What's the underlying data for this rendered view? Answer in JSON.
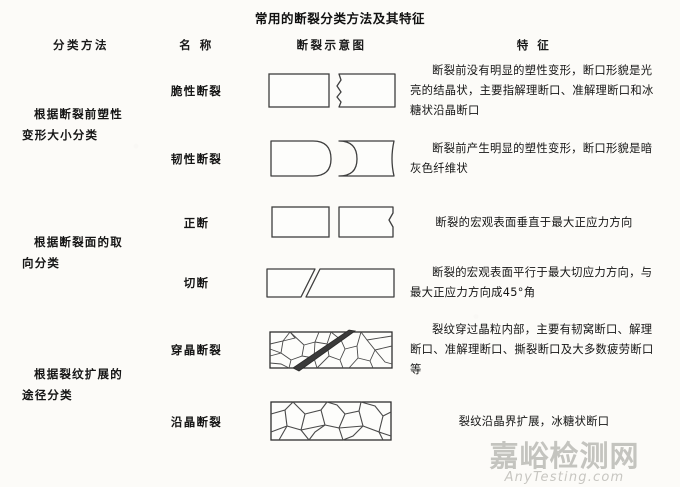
{
  "document": {
    "title": "常用的断裂分类方法及其特征"
  },
  "table": {
    "headers": [
      {
        "label": "分类方法"
      },
      {
        "label": "名  称"
      },
      {
        "label": "断裂示意图"
      },
      {
        "label": "特  征"
      }
    ],
    "groups": [
      {
        "category_line1": "根据断裂前塑性",
        "category_line2": "变形大小分类",
        "rows": [
          {
            "name": "脆性断裂",
            "diagram": "two-rectangles-jagged",
            "feature": "断裂前没有明显的塑性变形，断口形貌是光亮的结晶状，主要指解理断口、准解理断口和冰糖状沿晶断口"
          },
          {
            "name": "韧性断裂",
            "diagram": "cup-and-cone",
            "feature": "断裂前产生明显的塑性变形，断口形貌是暗灰色纤维状"
          }
        ]
      },
      {
        "category_line1": "根据断裂面的取",
        "category_line2": "向分类",
        "rows": [
          {
            "name": "正断",
            "diagram": "two-rectangles-normal",
            "feature": "断裂的宏观表面垂直于最大正应力方向",
            "single_line": true
          },
          {
            "name": "切断",
            "diagram": "two-parallelograms",
            "feature": "断裂的宏观表面平行于最大切应力方向，与最大正应力方向成45°角"
          }
        ]
      },
      {
        "category_line1": "根据裂纹扩展的",
        "category_line2": "途径分类",
        "rows": [
          {
            "name": "穿晶断裂",
            "diagram": "transgranular-grains",
            "feature": "裂纹穿过晶粒内部，主要有韧窝断口、解理断口、准解理断口、撕裂断口及大多数疲劳断口等"
          },
          {
            "name": "沿晶断裂",
            "diagram": "intergranular-grains",
            "feature": "裂纹沿晶界扩展，冰糖状断口",
            "single_line": true
          }
        ]
      }
    ]
  },
  "watermark": {
    "main": "嘉峪检测网",
    "sub": "AnyTesting.com"
  },
  "colors": {
    "rule": "#6b6b6b",
    "text": "#1b1b1b",
    "crack": "#3a3a3a",
    "watermark": "#78766f"
  }
}
